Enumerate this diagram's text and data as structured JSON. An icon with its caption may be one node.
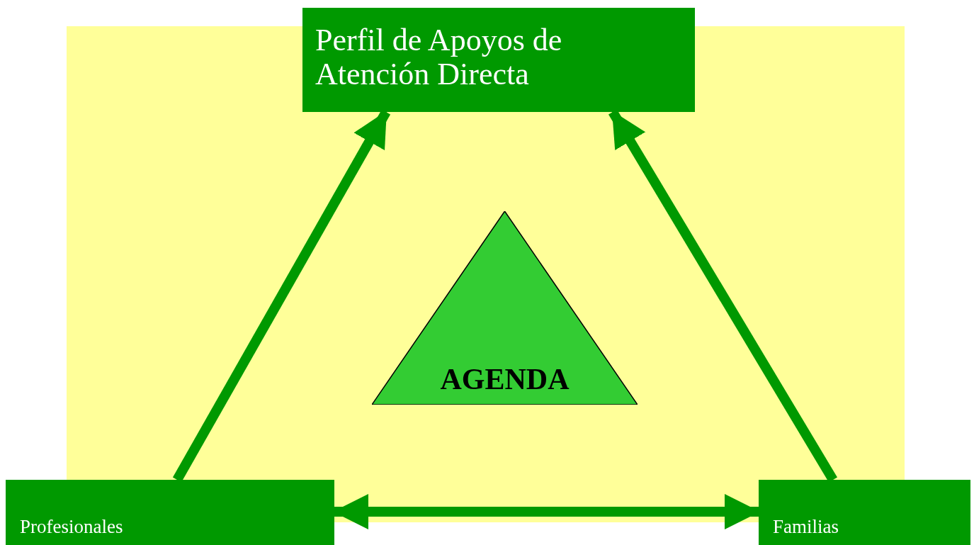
{
  "diagram": {
    "nodes": [
      {
        "text": [
          "Perfil de Apoyos de Atención Directa"
        ]
      },
      {
        "text": [
          "AGENDA"
        ]
      },
      {
        "text": [
          "Profesionales"
        ]
      },
      {
        "text": [
          "Familias"
        ]
      }
    ],
    "edges": [
      {
        "from": 2,
        "to": 0,
        "arrow": "to"
      },
      {
        "from": 3,
        "to": 0,
        "arrow": "to"
      },
      {
        "from": 2,
        "to": 3,
        "arrow": "both"
      }
    ]
  }
}
